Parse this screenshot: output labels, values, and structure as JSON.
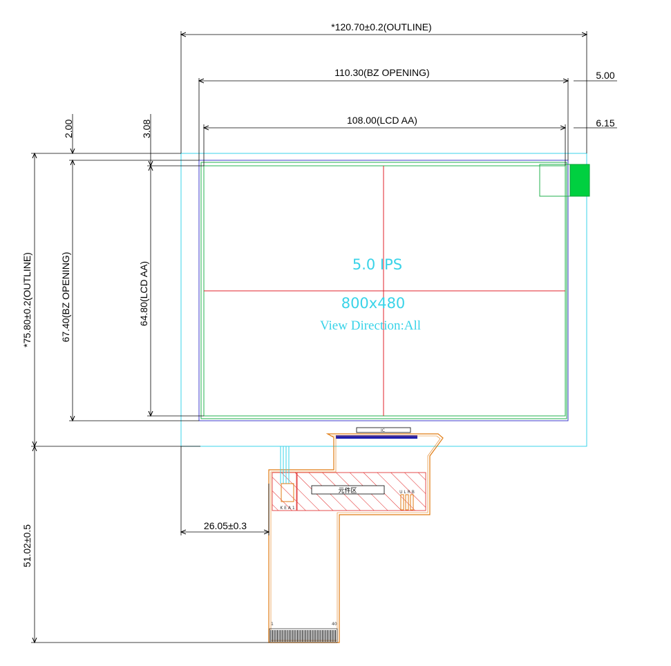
{
  "dimensions": {
    "outline_width": "*120.70±0.2(OUTLINE)",
    "bz_opening_width": "110.30(BZ OPENING)",
    "lcd_aa_width": "108.00(LCD AA)",
    "right_offset_5": "5.00",
    "right_offset_615": "6.15",
    "top_offset_200": "2.00",
    "top_offset_308": "3.08",
    "outline_height": "*75.80±0.2(OUTLINE)",
    "bz_opening_height": "67.40(BZ OPENING)",
    "lcd_aa_height": "64.80(LCD AA)",
    "fpc_offset": "26.05±0.3",
    "fpc_length": "51.02±0.5"
  },
  "panel": {
    "size_label": "5.0  IPS",
    "resolution_label": "800x480",
    "view_direction": "View Direction:All"
  },
  "fpc": {
    "component_zone_label": "元件区",
    "ic_label": "IC",
    "left_pin_marks": "K E A 1",
    "right_pin_marks": "U L R B",
    "pin_start": "1",
    "pin_end": "40"
  },
  "colors": {
    "outline": "#39d3e8",
    "bz": "#22b14c",
    "aa": "#4040d0",
    "center_cross": "#e0202a",
    "fpc": "#e07a10",
    "hatch": "#e02020",
    "dimension": "#000000"
  }
}
